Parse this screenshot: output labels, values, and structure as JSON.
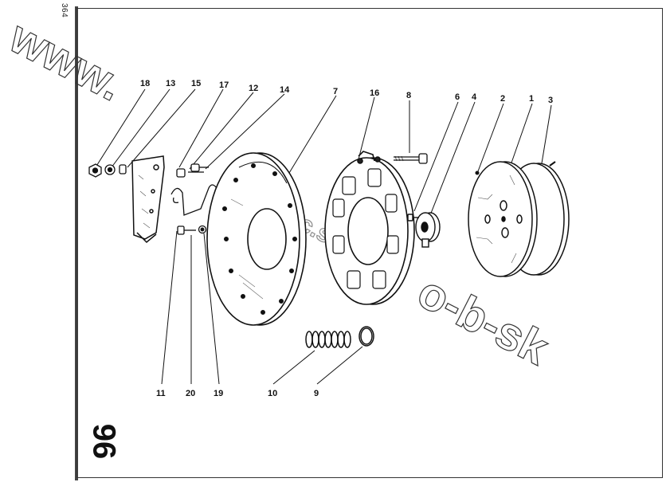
{
  "page_number": "364",
  "figure_number": "96",
  "watermark": "www.hydrac.sk  o-b-sk",
  "callouts_top": [
    "18",
    "13",
    "15",
    "17",
    "12",
    "14",
    "7",
    "16",
    "8",
    "6",
    "4",
    "2",
    "1",
    "3"
  ],
  "callouts_bottom": [
    "11",
    "20",
    "19",
    "10",
    "9"
  ]
}
